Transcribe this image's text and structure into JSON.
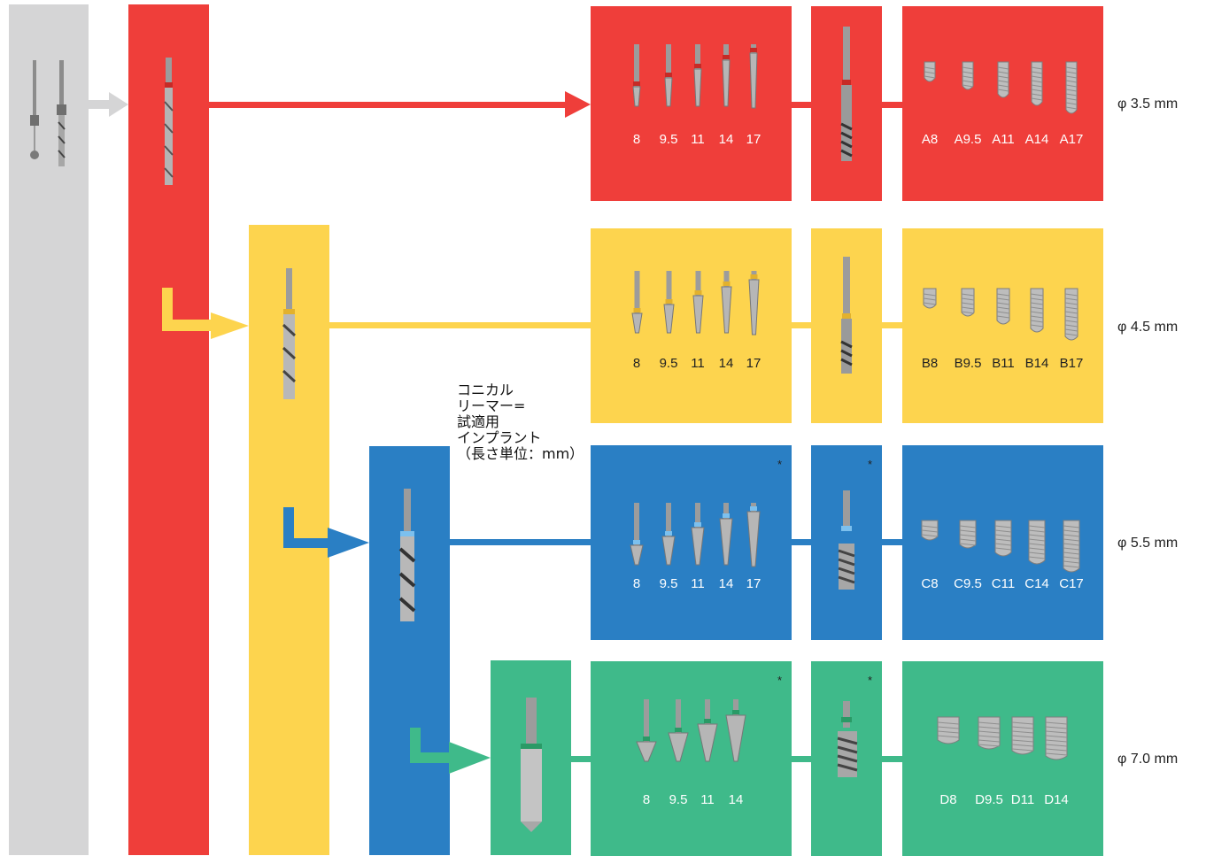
{
  "colors": {
    "gray": "#d5d5d6",
    "red": "#ef3e3a",
    "yellow": "#fdd44e",
    "blue": "#2a7fc4",
    "green": "#3fba8a"
  },
  "note": "コニカル\nリーマー=\n試適用\nインプラント\n（長さ単位：mm）",
  "rows": [
    {
      "id": "red",
      "diameter": "φ 3.5 mm",
      "reamer_lengths": [
        "8",
        "9.5",
        "11",
        "14",
        "17"
      ],
      "implants": [
        "A8",
        "A9.5",
        "A11",
        "A14",
        "A17"
      ],
      "asterisk_reamers": "",
      "asterisk_tap": ""
    },
    {
      "id": "yellow",
      "diameter": "φ 4.5 mm",
      "reamer_lengths": [
        "8",
        "9.5",
        "11",
        "14",
        "17"
      ],
      "implants": [
        "B8",
        "B9.5",
        "B11",
        "B14",
        "B17"
      ],
      "asterisk_reamers": "",
      "asterisk_tap": ""
    },
    {
      "id": "blue",
      "diameter": "φ 5.5 mm",
      "reamer_lengths": [
        "8",
        "9.5",
        "11",
        "14",
        "17"
      ],
      "implants": [
        "C8",
        "C9.5",
        "C11",
        "C14",
        "C17"
      ],
      "asterisk_reamers": "*",
      "asterisk_tap": "*"
    },
    {
      "id": "green",
      "diameter": "φ 7.0 mm",
      "reamer_lengths": [
        "8",
        "9.5",
        "11",
        "14"
      ],
      "implants": [
        "D8",
        "D9.5",
        "D11",
        "D14"
      ],
      "asterisk_reamers": "*",
      "asterisk_tap": "*"
    }
  ]
}
